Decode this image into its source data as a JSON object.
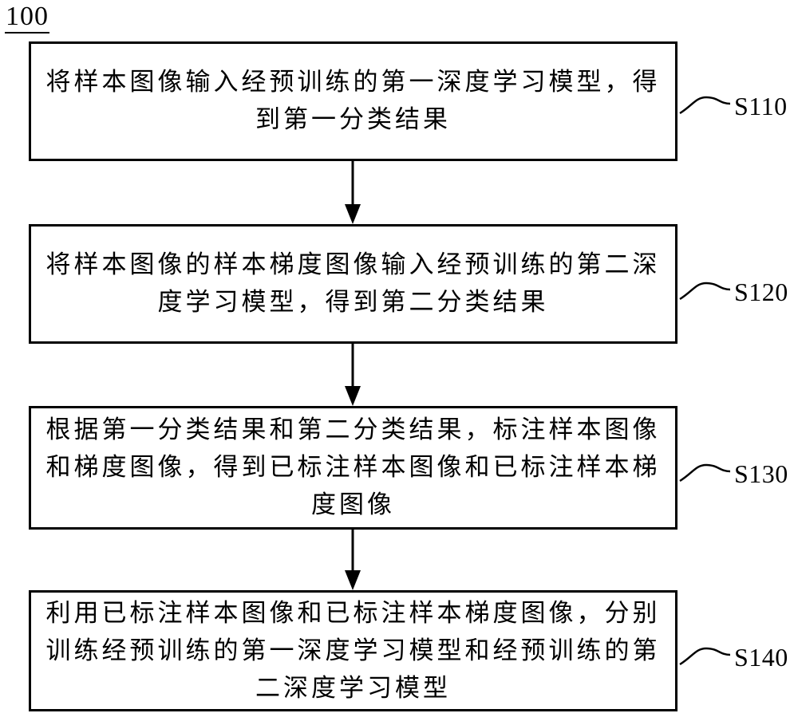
{
  "figure_number": "100",
  "steps": [
    {
      "id": "S110",
      "text": "将样本图像输入经预训练的第一深度学习模型，得到第一分类结果"
    },
    {
      "id": "S120",
      "text": "将样本图像的样本梯度图像输入经预训练的第二深度学习模型，得到第二分类结果"
    },
    {
      "id": "S130",
      "text": "根据第一分类结果和第二分类结果，标注样本图像和梯度图像，得到已标注样本图像和已标注样本梯度图像"
    },
    {
      "id": "S140",
      "text": "利用已标注样本图像和已标注样本梯度图像，分别训练经预训练的第一深度学习模型和经预训练的第二深度学习模型"
    }
  ]
}
